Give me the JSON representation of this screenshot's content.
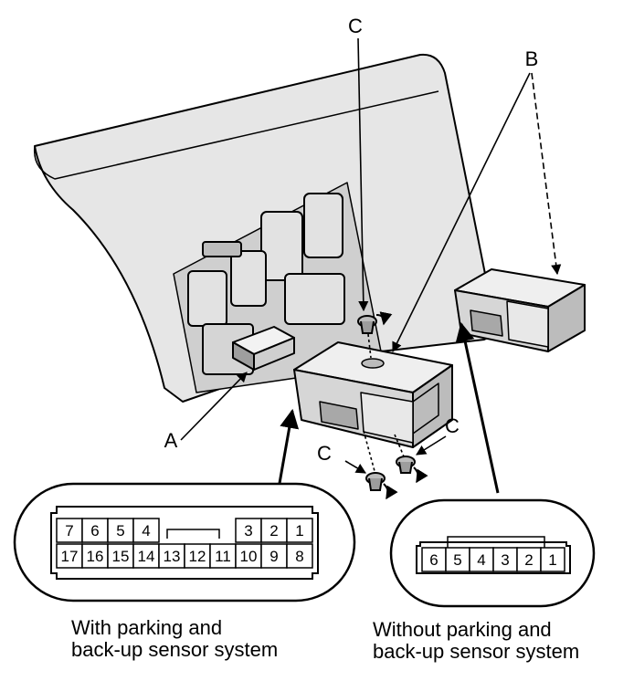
{
  "callouts": {
    "a": "A",
    "b": "B",
    "c": "C"
  },
  "connector_17pin": {
    "top_row": [
      "7",
      "6",
      "5",
      "4",
      "",
      "",
      "",
      "3",
      "2",
      "1"
    ],
    "bottom_row": [
      "17",
      "16",
      "15",
      "14",
      "13",
      "12",
      "11",
      "10",
      "9",
      "8"
    ],
    "caption_line1": "With parking and",
    "caption_line2": "back-up sensor system"
  },
  "connector_6pin": {
    "pins": [
      "6",
      "5",
      "4",
      "3",
      "2",
      "1"
    ],
    "caption_line1": "Without parking and",
    "caption_line2": "back-up sensor system"
  },
  "colors": {
    "line": "#000000",
    "part_fill": "#dcdcdc",
    "part_shade": "#c4c4c4",
    "background": "#ffffff"
  }
}
